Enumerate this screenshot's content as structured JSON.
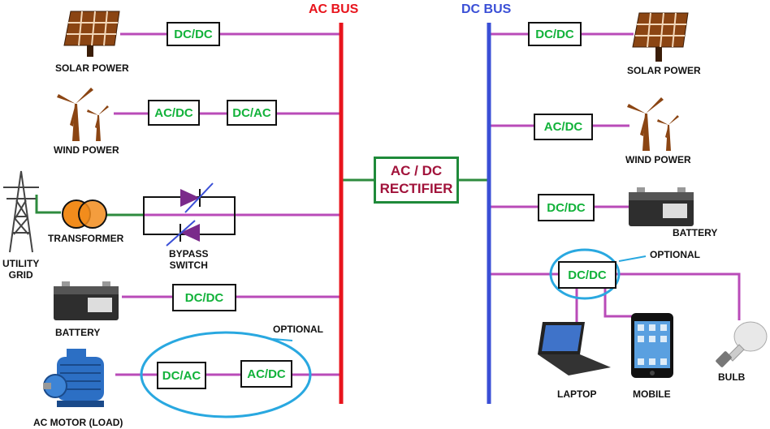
{
  "buses": {
    "ac": {
      "label": "AC BUS",
      "color": "#e8141c"
    },
    "dc": {
      "label": "DC BUS",
      "color": "#3a4fd6"
    }
  },
  "rectifier": {
    "line1": "AC / DC",
    "line2": "RECTIFIER"
  },
  "converters": {
    "dcdc": "DC/DC",
    "acdc": "AC/DC",
    "dcac": "DC/AC"
  },
  "labels": {
    "solar_power": "SOLAR POWER",
    "wind_power": "WIND POWER",
    "transformer": "TRANSFORMER",
    "bypass_switch": "BYPASS\nSWITCH",
    "utility_grid": "UTILITY\nGRID",
    "battery": "BATTERY",
    "optional": "OPTIONAL",
    "ac_motor": "AC MOTOR (LOAD)",
    "laptop": "LAPTOP",
    "mobile": "MOBILE",
    "bulb": "BULB"
  },
  "colors": {
    "wire": "#b94bb8",
    "grid_wire": "#2e8b3e",
    "converter_text": "#12b23a",
    "rectifier_text": "#a1123a",
    "rectifier_border": "#1f8a3a",
    "optional_ring": "#29a8e0",
    "transformer": "#f28c1c",
    "diode": "#7a2a8a"
  }
}
